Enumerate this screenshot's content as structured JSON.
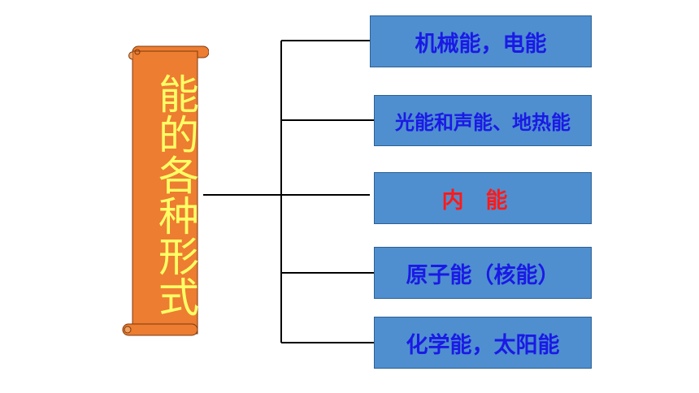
{
  "title": "能的各种形式",
  "items": [
    {
      "label": "机械能，电能",
      "color": "#1a1ae6"
    },
    {
      "label": "光能和声能、地热能",
      "color": "#1a1ae6"
    },
    {
      "label": "内　能",
      "color": "#ff1a1a"
    },
    {
      "label": "原子能（核能）",
      "color": "#1a1ae6"
    },
    {
      "label": "化学能，太阳能",
      "color": "#1a1ae6"
    }
  ],
  "colors": {
    "scroll": "#ed7d31",
    "scroll_text": "#ffff66",
    "box_fill": "#4f8fcf"
  }
}
